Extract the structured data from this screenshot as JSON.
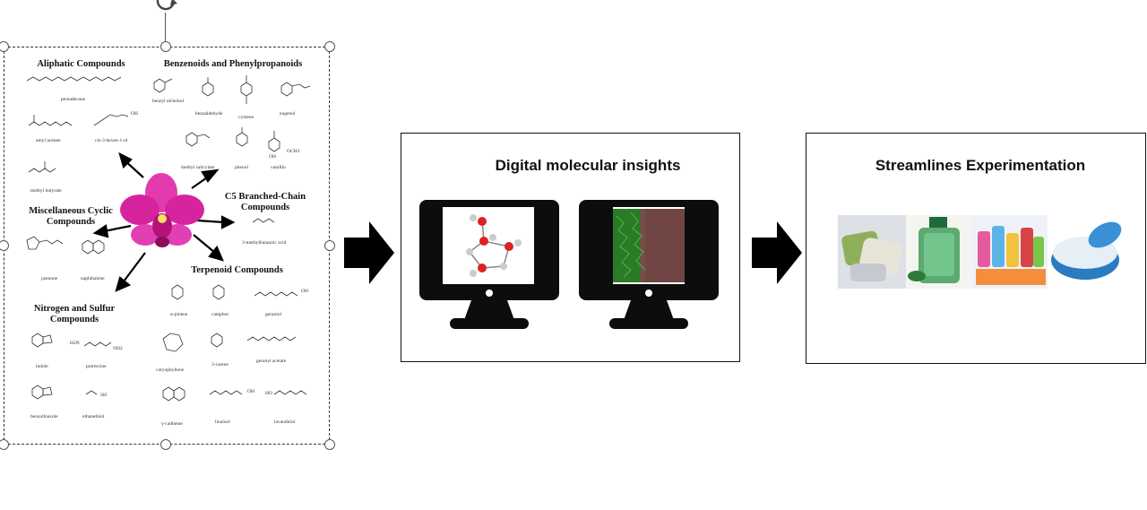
{
  "left_panel": {
    "categories": {
      "aliphatic": "Aliphatic Compounds",
      "benzenoids": "Benzenoids and Phenylpropanoids",
      "misc_cyclic": "Miscellaneous Cyclic Compounds",
      "c5_branched": "C5 Branched-Chain Compounds",
      "terpenoid": "Terpenoid Compounds",
      "nitrogen_sulfur": "Nitrogen and Sulfur Compounds"
    },
    "compounds": {
      "pentadecane": "pentadecane",
      "amyl_acetate": "amyl acetate",
      "cis_hexenol": "cis-3-hexen-1-ol",
      "methyl_butyrate": "methyl butyrate",
      "benzyl_alcohol": "benzyl alchohol",
      "benzaldehyde": "benzaldehyde",
      "cymene": "cymene",
      "eugenol": "eugenol",
      "methyl_salicylate": "methyl salicylate",
      "phenol": "phenol",
      "vanillin": "vanillin",
      "methylbutanoic": "3-methylbutanoic acid",
      "jasmone": "jasmone",
      "naphthalene": "naphthalene",
      "alpha_pinene": "α-pinene",
      "camphor": "camphor",
      "geraniol": "geraniol",
      "caryophyllene": "caryophyllene",
      "carene": "3-carene",
      "geranyl_acetate": "geranyl acetate",
      "cadinene": "γ-cadinene",
      "linalool": "linalool",
      "lavandulol": "lavandulol",
      "indole": "indole",
      "putrescine": "putrescine",
      "benzothiazole": "benzothiazole",
      "ethanethiol": "ethanethiol"
    },
    "atoms": {
      "oh": "OH",
      "nh2": "NH2",
      "h2n": "H2N",
      "sh": "SH",
      "och3": "OCH3",
      "ho": "HO"
    }
  },
  "middle_panel": {
    "title": "Digital molecular insights"
  },
  "right_panel": {
    "title": "Streamlines Experimentation"
  },
  "colors": {
    "arrow": "#000000",
    "orchid": "#d6249f",
    "monitor": "#0d0d0d",
    "md_green": "#2c8c2c",
    "md_brown": "#7a4a4a"
  }
}
